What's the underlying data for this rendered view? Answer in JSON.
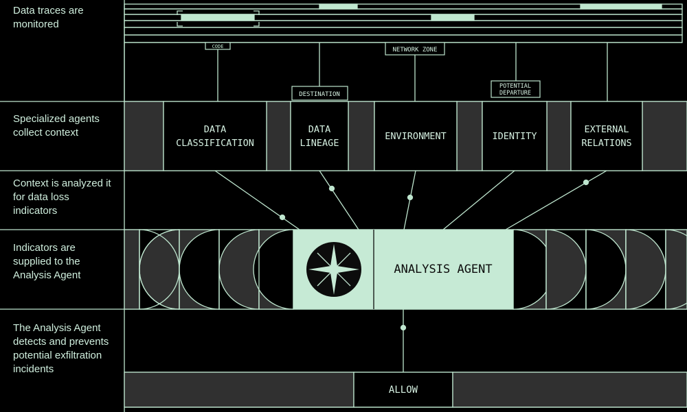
{
  "colors": {
    "background": "#000000",
    "line": "#bfe6cf",
    "accent": "#bfe6cf",
    "panel_gray": "#303030",
    "text_light": "#d6f1e2",
    "text_dark": "#0c0c0c"
  },
  "steps": [
    {
      "lines": [
        "Data traces are",
        "monitored"
      ]
    },
    {
      "lines": [
        "Specialized agents",
        "collect context"
      ]
    },
    {
      "lines": [
        "Context is analyzed it",
        "for  data loss",
        "indicators"
      ]
    },
    {
      "lines": [
        "Indicators are",
        "supplied to the",
        "Analysis Agent"
      ]
    },
    {
      "lines": [
        "The Analysis Agent",
        "detects and prevents",
        "potential exfiltration",
        "incidents"
      ]
    }
  ],
  "tags": {
    "source_partial": "CODE",
    "destination": "DESTINATION",
    "network_zone": "NETWORK ZONE",
    "potential_departure": [
      "POTENTIAL",
      "DEPARTURE"
    ]
  },
  "agents": [
    {
      "lines": [
        "DATA",
        "CLASSIFICATION"
      ]
    },
    {
      "lines": [
        "DATA",
        "LINEAGE"
      ]
    },
    {
      "lines": [
        "ENVIRONMENT"
      ]
    },
    {
      "lines": [
        "IDENTITY"
      ]
    },
    {
      "lines": [
        "EXTERNAL",
        "RELATIONS"
      ]
    }
  ],
  "analysis_agent": {
    "label": "ANALYSIS AGENT",
    "icon": "compass-star-icon"
  },
  "outcome": {
    "label": "ALLOW"
  }
}
